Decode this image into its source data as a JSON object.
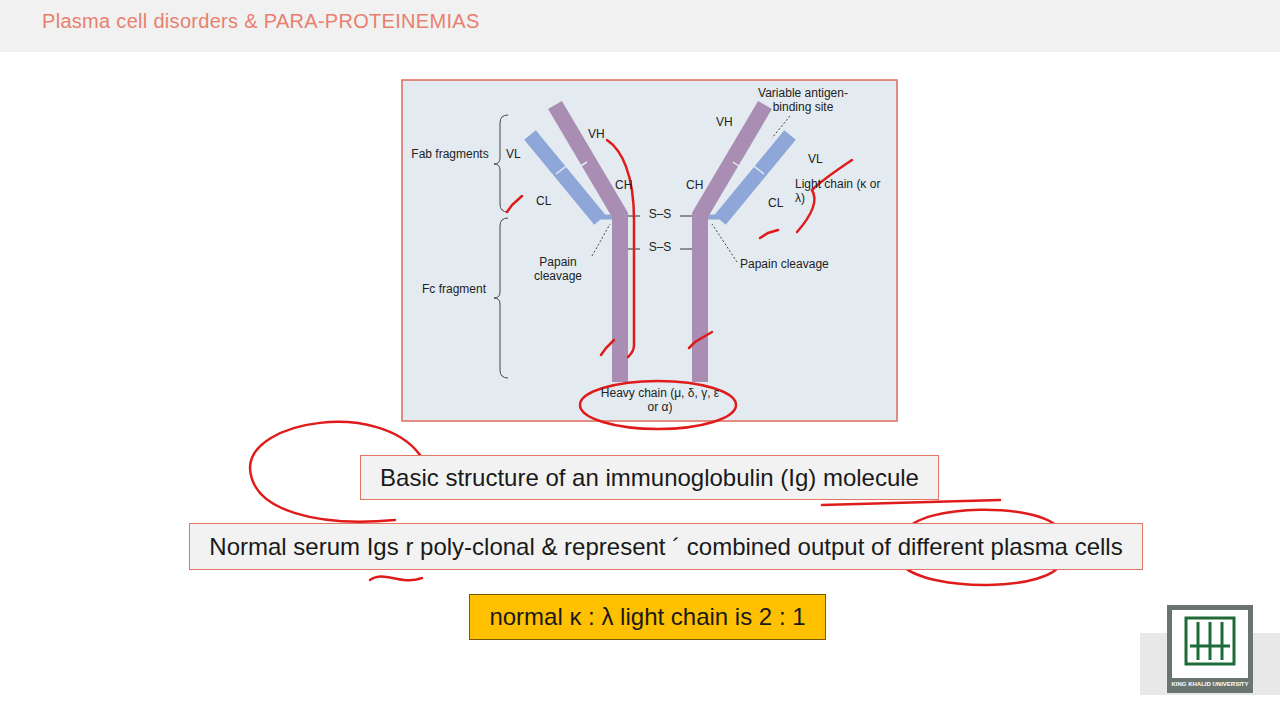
{
  "diagram": {
    "title": "Plasma cell disorders & PARA-PROTEINEMIAS",
    "nodes": [
      {
        "text": [
          "Basic structure of  an immunoglobulin (Ig) molecule"
        ]
      },
      {
        "text": [
          "Normal serum Igs r poly-clonal & represent ´ combined output of different plasma cells"
        ]
      },
      {
        "text": [
          "normal  κ : λ light chain is 2 : 1"
        ]
      }
    ],
    "edges": [],
    "labels": [
      "Variable antigen-binding site",
      "VH",
      "VH",
      "Fab fragments",
      "VL",
      "VL",
      "CH",
      "CH",
      "Light chain (κ or λ)",
      "CL",
      "CL",
      "S–S",
      "S–S",
      "Papain cleavage",
      "Papain cleavage",
      "Fc fragment",
      "Heavy chain (μ, δ, γ, ε or α)",
      "KING KHALID UNIVERSITY"
    ]
  }
}
